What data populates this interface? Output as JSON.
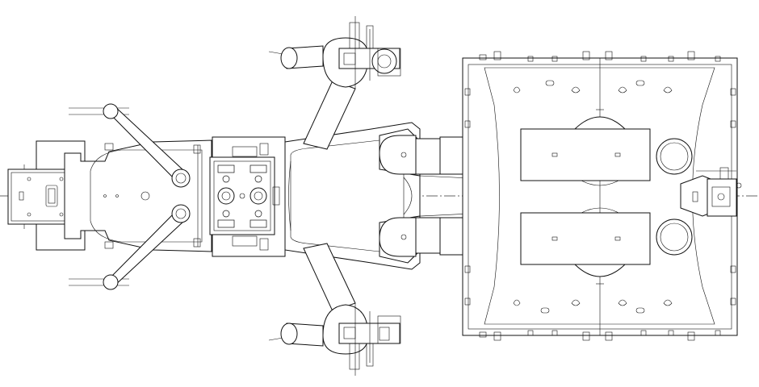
{
  "drawing": {
    "kind": "mechanical-plan-view",
    "line_color": "#111111",
    "background": "#ffffff",
    "components": [
      "rear-bumper-plate",
      "rear-chassis-frame",
      "rear-suspension-arm-upper",
      "rear-suspension-arm-lower",
      "center-electronics-bay",
      "front-chassis-frame",
      "front-wheel-assembly-upper",
      "front-wheel-assembly-lower",
      "twin-exhaust-pipes",
      "engine-housing-box",
      "centerline"
    ]
  }
}
